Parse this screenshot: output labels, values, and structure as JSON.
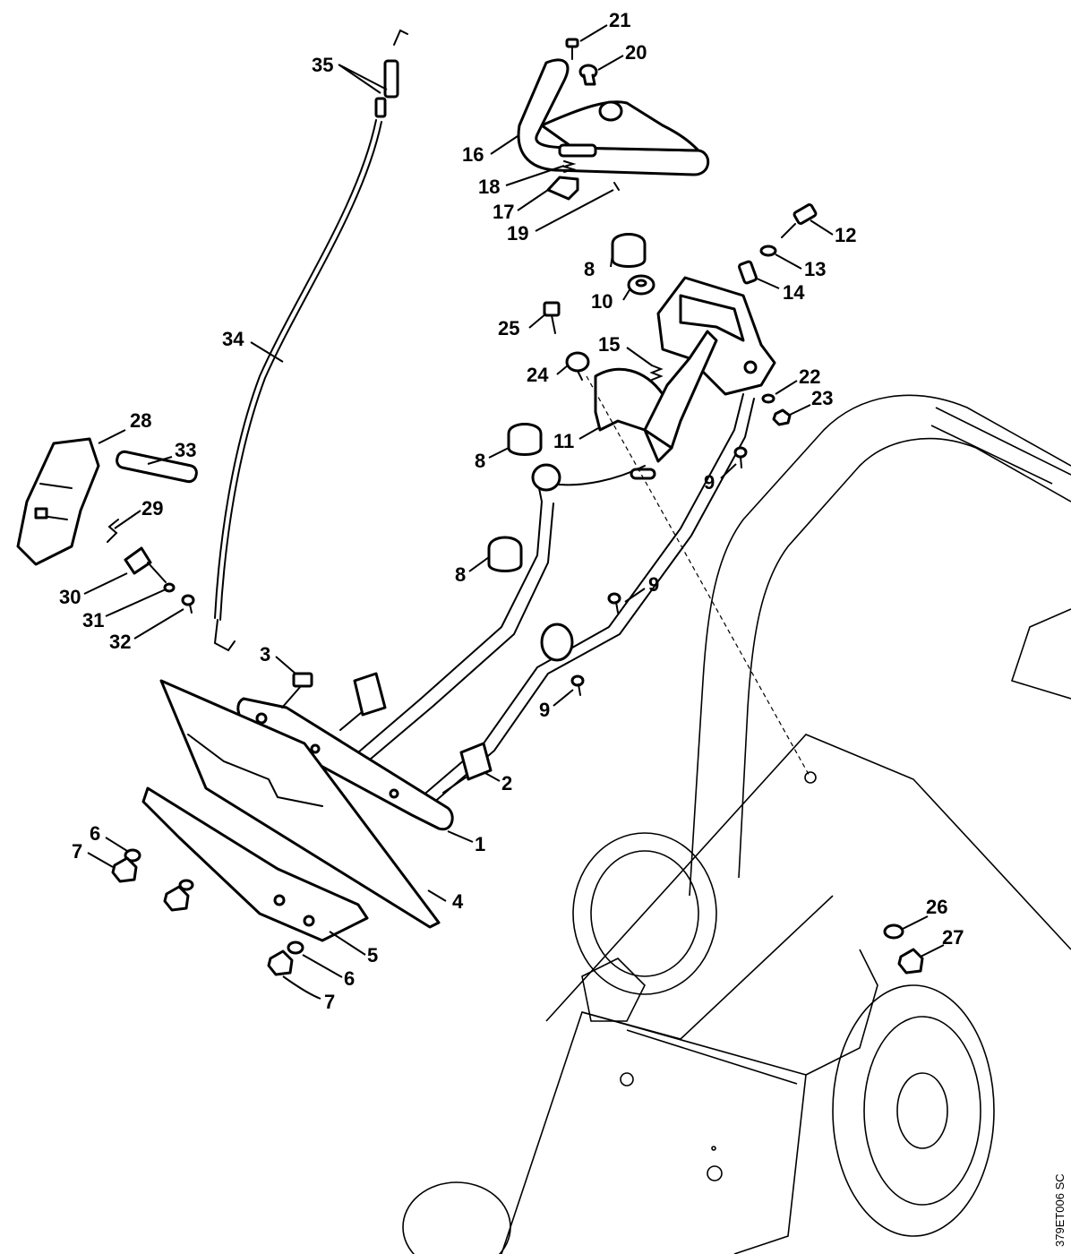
{
  "drawing_code": "379ET006 SC",
  "callouts": [
    {
      "id": "c35",
      "text": "35"
    },
    {
      "id": "c21",
      "text": "21"
    },
    {
      "id": "c20",
      "text": "20"
    },
    {
      "id": "c16",
      "text": "16"
    },
    {
      "id": "c18",
      "text": "18"
    },
    {
      "id": "c17",
      "text": "17"
    },
    {
      "id": "c19",
      "text": "19"
    },
    {
      "id": "c12",
      "text": "12"
    },
    {
      "id": "c13",
      "text": "13"
    },
    {
      "id": "c14",
      "text": "14"
    },
    {
      "id": "c8a",
      "text": "8"
    },
    {
      "id": "c10",
      "text": "10"
    },
    {
      "id": "c25",
      "text": "25"
    },
    {
      "id": "c34",
      "text": "34"
    },
    {
      "id": "c15",
      "text": "15"
    },
    {
      "id": "c24",
      "text": "24"
    },
    {
      "id": "c22",
      "text": "22"
    },
    {
      "id": "c23",
      "text": "23"
    },
    {
      "id": "c28",
      "text": "28"
    },
    {
      "id": "c33",
      "text": "33"
    },
    {
      "id": "c11",
      "text": "11"
    },
    {
      "id": "c8b",
      "text": "8"
    },
    {
      "id": "c9a",
      "text": "9"
    },
    {
      "id": "c29",
      "text": "29"
    },
    {
      "id": "c8c",
      "text": "8"
    },
    {
      "id": "c30",
      "text": "30"
    },
    {
      "id": "c31",
      "text": "31"
    },
    {
      "id": "c9b",
      "text": "9"
    },
    {
      "id": "c32",
      "text": "32"
    },
    {
      "id": "c3",
      "text": "3"
    },
    {
      "id": "c9c",
      "text": "9"
    },
    {
      "id": "c2",
      "text": "2"
    },
    {
      "id": "c1",
      "text": "1"
    },
    {
      "id": "c6a",
      "text": "6"
    },
    {
      "id": "c7a",
      "text": "7"
    },
    {
      "id": "c4",
      "text": "4"
    },
    {
      "id": "c26",
      "text": "26"
    },
    {
      "id": "c27",
      "text": "27"
    },
    {
      "id": "c5",
      "text": "5"
    },
    {
      "id": "c6b",
      "text": "6"
    },
    {
      "id": "c7b",
      "text": "7"
    }
  ]
}
